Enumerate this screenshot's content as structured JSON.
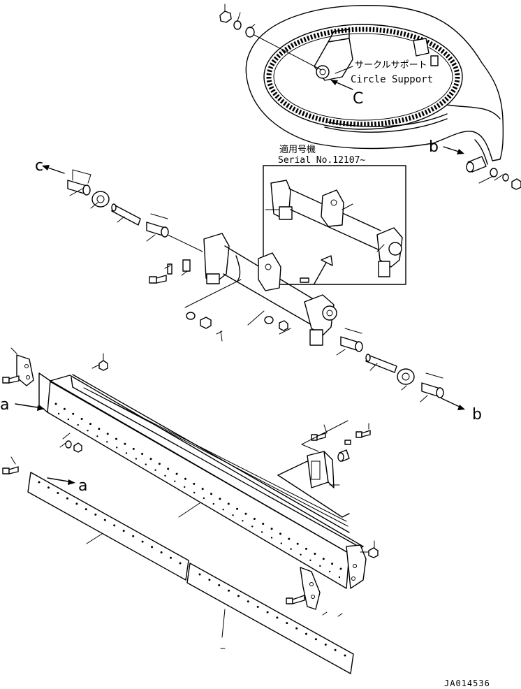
{
  "circle_support": {
    "label_jp": "サークルサポート",
    "label_en": "Circle Support"
  },
  "serial_note": {
    "label_jp": "適用号機",
    "label_en": "Serial No.12107~"
  },
  "ref_letters": {
    "c_upper": "C",
    "c_left": "c",
    "b_top": "b",
    "b_right": "b",
    "a_left": "a",
    "a_cutting_edge": "a"
  },
  "drawing_id": "JA014536"
}
